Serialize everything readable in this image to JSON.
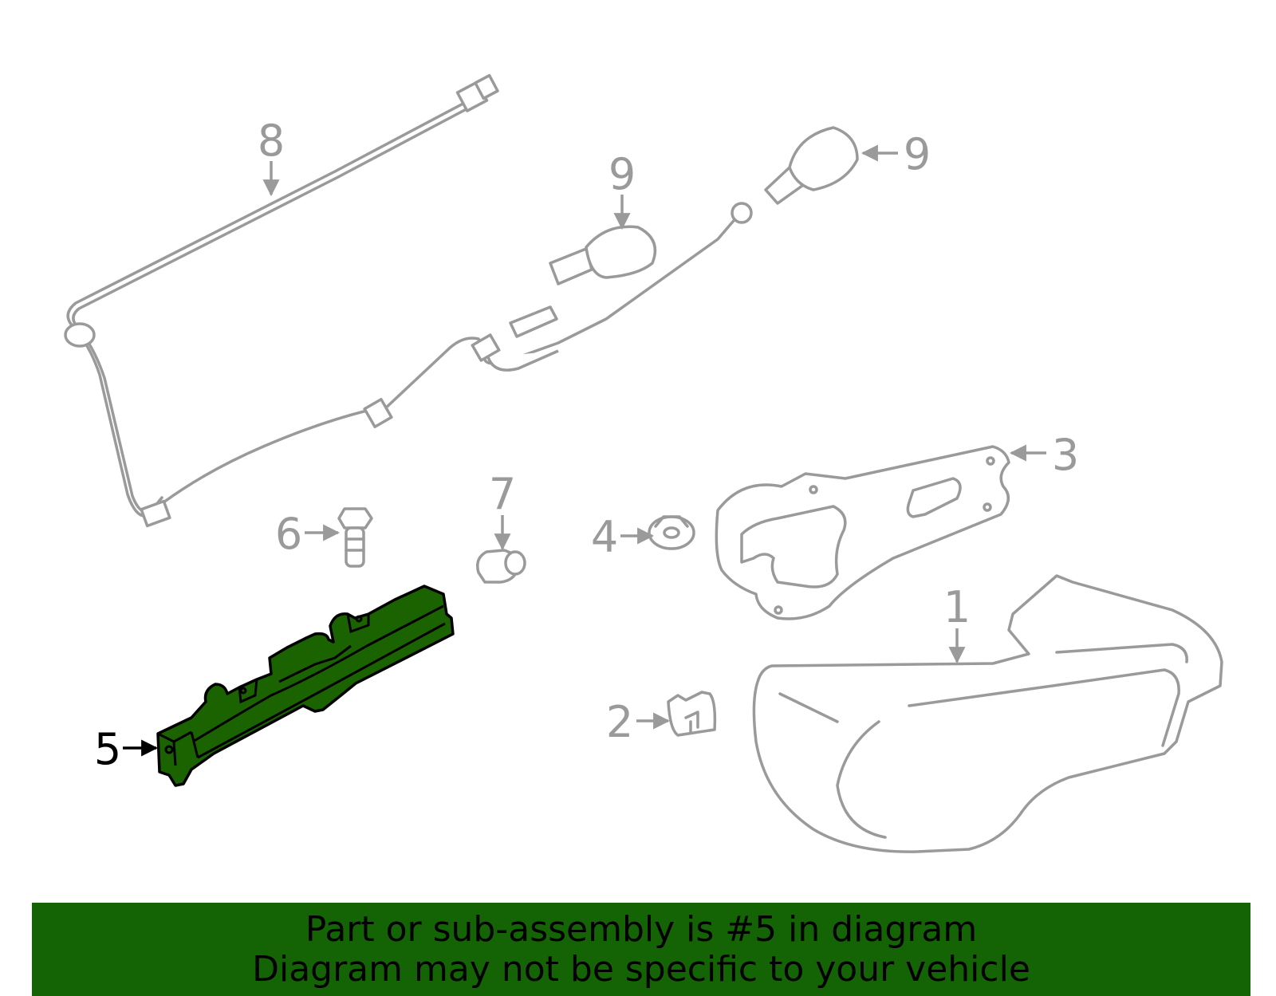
{
  "colors": {
    "highlight_fill": "#1a6300",
    "highlight_stroke": "#000000",
    "part_stroke": "#9a9a9a",
    "banner_bg": "#146304",
    "banner_text": "#000000"
  },
  "callouts": {
    "c1": "1",
    "c2": "2",
    "c3": "3",
    "c4": "4",
    "c5": "5",
    "c6": "6",
    "c7": "7",
    "c8": "8",
    "c9a": "9",
    "c9b": "9"
  },
  "highlighted_part": "5",
  "banner": {
    "line1": "Part or sub-assembly is #5 in diagram",
    "line2": "Diagram may not be specific to your vehicle"
  }
}
